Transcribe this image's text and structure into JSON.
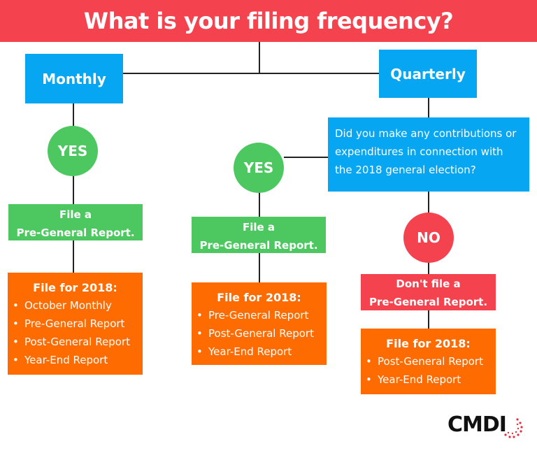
{
  "header": {
    "title": "What is your filing frequency?"
  },
  "branches": {
    "monthly": {
      "label": "Monthly",
      "yes": "YES",
      "action_line1": "File a",
      "action_line2": "Pre-General Report.",
      "file_title": "File for 2018:",
      "file_items": [
        "October Monthly",
        "Pre-General Report",
        "Post-General Report",
        "Year-End Report"
      ]
    },
    "quarterly": {
      "label": "Quarterly",
      "question": "Did you make any contributions or expenditures in connection with the 2018 general election?",
      "yes": {
        "label": "YES",
        "action_line1": "File a",
        "action_line2": "Pre-General Report.",
        "file_title": "File for 2018:",
        "file_items": [
          "Pre-General Report",
          "Post-General Report",
          "Year-End Report"
        ]
      },
      "no": {
        "label": "NO",
        "action_line1": "Don't file a",
        "action_line2": "Pre-General Report.",
        "file_title": "File for 2018:",
        "file_items": [
          "Post-General Report",
          "Year-End Report"
        ]
      }
    }
  },
  "logo": {
    "text": "CMDI"
  },
  "colors": {
    "red": "#f5424f",
    "blue": "#06a6f2",
    "green": "#4dc860",
    "orange": "#fe6b00"
  }
}
